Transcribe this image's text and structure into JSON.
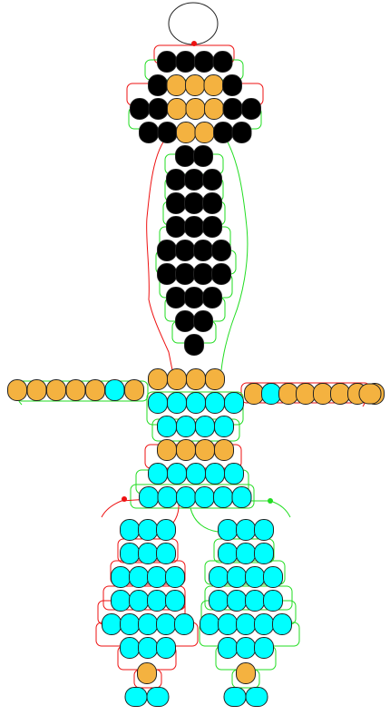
{
  "diagram": {
    "type": "bead-pattern",
    "subject": "beaded-figure",
    "colors": {
      "hair": "#000000",
      "skin": "#f4b240",
      "shirt": "#00ffff",
      "outline": "#222222",
      "thread_red": "#ee1111",
      "thread_green": "#22dd22"
    },
    "row_groups": [
      {
        "part": "hair",
        "rows": 4
      },
      {
        "part": "neck",
        "rows": 1
      },
      {
        "part": "ponytail",
        "rows": 9
      },
      {
        "part": "arms",
        "rows": 1
      },
      {
        "part": "torso",
        "rows": 6
      },
      {
        "part": "legs",
        "rows": 6
      },
      {
        "part": "feet",
        "rows": 2
      }
    ],
    "head_loop_icon": "oval-loop"
  }
}
